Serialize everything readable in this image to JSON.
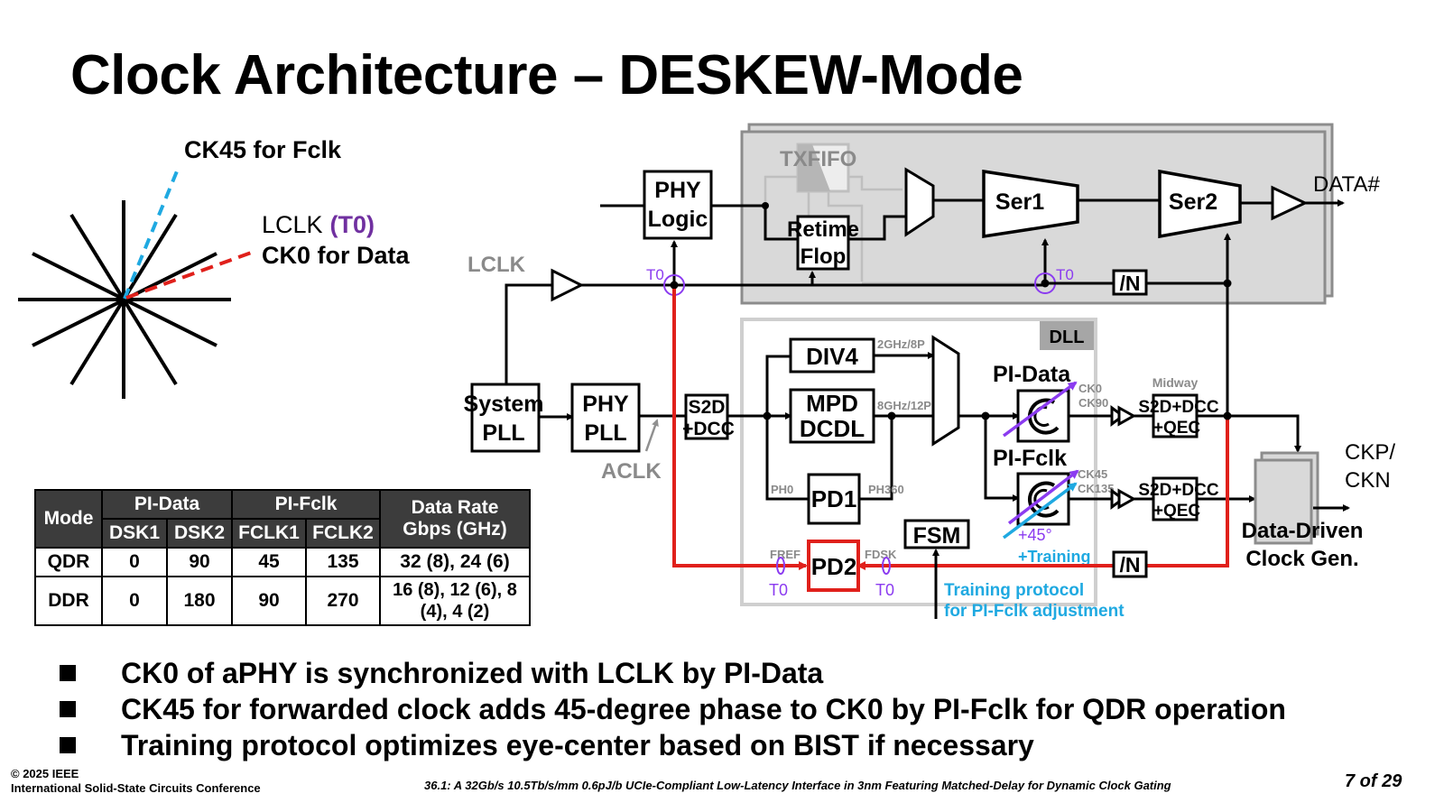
{
  "title": "Clock Architecture – DESKEW-Mode",
  "phase_diagram": {
    "ck45_label": "CK45 for Fclk",
    "lclk_label": "LCLK",
    "t0_label": "(T0)",
    "ck0_label": "CK0 for Data",
    "colors": {
      "ck45": "#1fa9e1",
      "ck0": "#e0201b",
      "t0": "#7030a0"
    }
  },
  "blocks": {
    "txfifo": "TXFIFO",
    "phy_logic": [
      "PHY",
      "Logic"
    ],
    "retime_flop": [
      "Retime",
      "Flop"
    ],
    "ser1": "Ser1",
    "ser2": "Ser2",
    "data_out": "DATA#",
    "div_n_top": "/N",
    "div_n_bottom": "/N",
    "lclk": "LCLK",
    "aclk": "ACLK",
    "system_pll": [
      "System",
      "PLL"
    ],
    "phy_pll": [
      "PHY",
      "PLL"
    ],
    "s2d_dcc": [
      "S2D",
      "+DCC"
    ],
    "dll": "DLL",
    "div4": "DIV4",
    "mpd_dcdl": [
      "MPD",
      "DCDL"
    ],
    "pd1": "PD1",
    "pd2": "PD2",
    "fsm": "FSM",
    "pi_data": "PI-Data",
    "pi_fclk": "PI-Fclk",
    "midway": "Midway",
    "s2d_dcc_qec_1": [
      "S2D+DCC",
      "+QEC"
    ],
    "s2d_dcc_qec_2": [
      "S2D+DCC",
      "+QEC"
    ],
    "ddcg": [
      "Data-Driven",
      "Clock Gen."
    ],
    "ckp_ckn": [
      "CKP/",
      "CKN"
    ]
  },
  "signals": {
    "f2ghz": "2GHz/8P",
    "f8ghz": "8GHz/12P",
    "ph0": "PH0",
    "ph360": "PH360",
    "ck0": "CK0",
    "ck90": "CK90",
    "ck45": "CK45",
    "ck135": "CK135",
    "fref": "FREF",
    "fdsk": "FDSK",
    "t0": "T0",
    "plus45": "+45°",
    "plus_training": "+Training",
    "training_protocol": [
      "Training protocol",
      "for PI-Fclk adjustment"
    ]
  },
  "table": {
    "headers": {
      "mode": "Mode",
      "pi_data": "PI-Data",
      "pi_fclk": "PI-Fclk",
      "rate": [
        "Data Rate",
        "Gbps (GHz)"
      ],
      "sub": [
        "DSK1",
        "DSK2",
        "FCLK1",
        "FCLK2"
      ]
    },
    "rows": [
      {
        "mode": "QDR",
        "dsk1": "0",
        "dsk2": "90",
        "fclk1": "45",
        "fclk2": "135",
        "rate": "32 (8), 24 (6)"
      },
      {
        "mode": "DDR",
        "dsk1": "0",
        "dsk2": "180",
        "fclk1": "90",
        "fclk2": "270",
        "rate": "16 (8), 12 (6), 8 (4), 4 (2)"
      }
    ]
  },
  "bullets": [
    "CK0 of aPHY is synchronized with LCLK by PI-Data",
    "CK45 for forwarded clock adds 45-degree phase to CK0 by PI-Fclk for QDR operation",
    "Training protocol optimizes eye-center based on BIST if necessary"
  ],
  "footer": {
    "copyright": "© 2025 IEEE",
    "conference": "International Solid-State Circuits Conference",
    "paper": "36.1: A 32Gb/s 10.5Tb/s/mm 0.6pJ/b UCIe-Compliant Low-Latency Interface in 3nm Featuring Matched-Delay for Dynamic Clock Gating",
    "page": "7 of 29"
  }
}
